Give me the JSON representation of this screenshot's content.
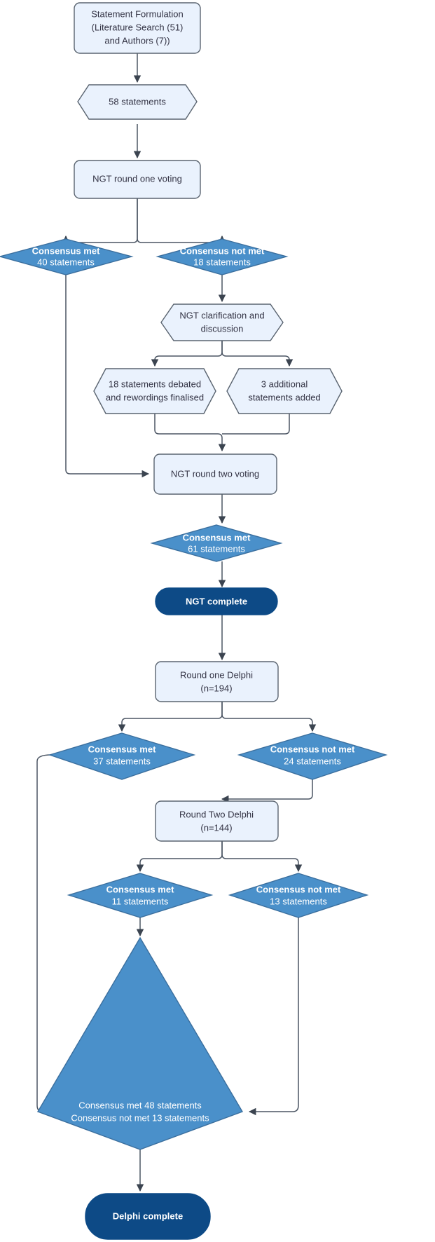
{
  "diagram": {
    "title": "NGT and Delphi consensus process flowchart",
    "colors": {
      "light_fill": "#eaf2fd",
      "blue_fill": "#4a90ca",
      "dark_fill": "#0d4a86",
      "stroke": "#5a6470",
      "edge": "#4b5563",
      "text_dark": "#333344",
      "text_light": "#ffffff"
    },
    "nodes": {
      "statement_formulation": {
        "shape": "rounded-rectangle",
        "style": "light",
        "lines": [
          "Statement Formulation",
          "(Literature Search (51)",
          "and Authors (7))"
        ]
      },
      "statements_58": {
        "shape": "hexagon",
        "style": "light",
        "lines": [
          "58 statements"
        ]
      },
      "ngt_round_one": {
        "shape": "rounded-rectangle",
        "style": "light",
        "lines": [
          "NGT round one voting"
        ]
      },
      "ngt_r1_consensus_met": {
        "shape": "diamond",
        "style": "blue",
        "lines": [
          "Consensus met",
          "40 statements"
        ]
      },
      "ngt_r1_consensus_not_met": {
        "shape": "diamond",
        "style": "blue",
        "lines": [
          "Consensus not met",
          "18 statements"
        ]
      },
      "ngt_clarification": {
        "shape": "hexagon",
        "style": "light",
        "lines": [
          "NGT clarification and",
          "discussion"
        ]
      },
      "statements_debated": {
        "shape": "hexagon",
        "style": "light",
        "lines": [
          "18 statements debated",
          "and rewordings finalised"
        ]
      },
      "statements_added": {
        "shape": "hexagon",
        "style": "light",
        "lines": [
          "3 additional",
          "statements added"
        ]
      },
      "ngt_round_two": {
        "shape": "rounded-rectangle",
        "style": "light",
        "lines": [
          "NGT round two voting"
        ]
      },
      "ngt_r2_consensus_met": {
        "shape": "diamond",
        "style": "blue",
        "lines": [
          "Consensus met",
          "61 statements"
        ]
      },
      "ngt_complete": {
        "shape": "pill",
        "style": "dark",
        "lines": [
          "NGT complete"
        ]
      },
      "delphi_round_one": {
        "shape": "rounded-rectangle",
        "style": "light",
        "lines": [
          "Round one Delphi",
          "(n=194)"
        ]
      },
      "delphi_r1_consensus_met": {
        "shape": "diamond",
        "style": "blue",
        "lines": [
          "Consensus met",
          "37 statements"
        ]
      },
      "delphi_r1_consensus_not_met": {
        "shape": "diamond",
        "style": "blue",
        "lines": [
          "Consensus not met",
          "24 statements"
        ]
      },
      "delphi_round_two": {
        "shape": "rounded-rectangle",
        "style": "light",
        "lines": [
          "Round Two Delphi",
          "(n=144)"
        ]
      },
      "delphi_r2_consensus_met": {
        "shape": "diamond",
        "style": "blue",
        "lines": [
          "Consensus met",
          "11 statements"
        ]
      },
      "delphi_r2_consensus_not_met": {
        "shape": "diamond",
        "style": "blue",
        "lines": [
          "Consensus not met",
          "13 statements"
        ]
      },
      "delphi_totals": {
        "shape": "diamond",
        "style": "blue",
        "lines": [
          "Consensus met 48 statements",
          "Consensus not met 13 statements"
        ]
      },
      "delphi_complete": {
        "shape": "pill",
        "style": "dark",
        "lines": [
          "Delphi complete"
        ]
      }
    }
  }
}
